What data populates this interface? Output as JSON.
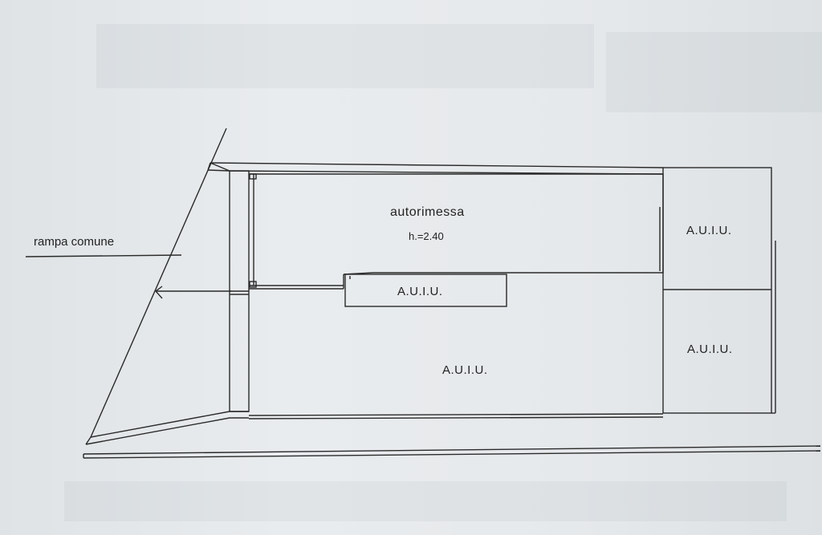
{
  "labels": {
    "ramp": "rampa comune",
    "garage": "autorimessa",
    "garage_height": "h.=2.40",
    "unit_small": "A.U.I.U.",
    "unit_main": "A.U.I.U.",
    "unit_right_top": "A.U.I.U.",
    "unit_right_bottom": "A.U.I.U."
  },
  "colors": {
    "ink": "#2a2a2a",
    "paper": "#e6e9eb"
  }
}
